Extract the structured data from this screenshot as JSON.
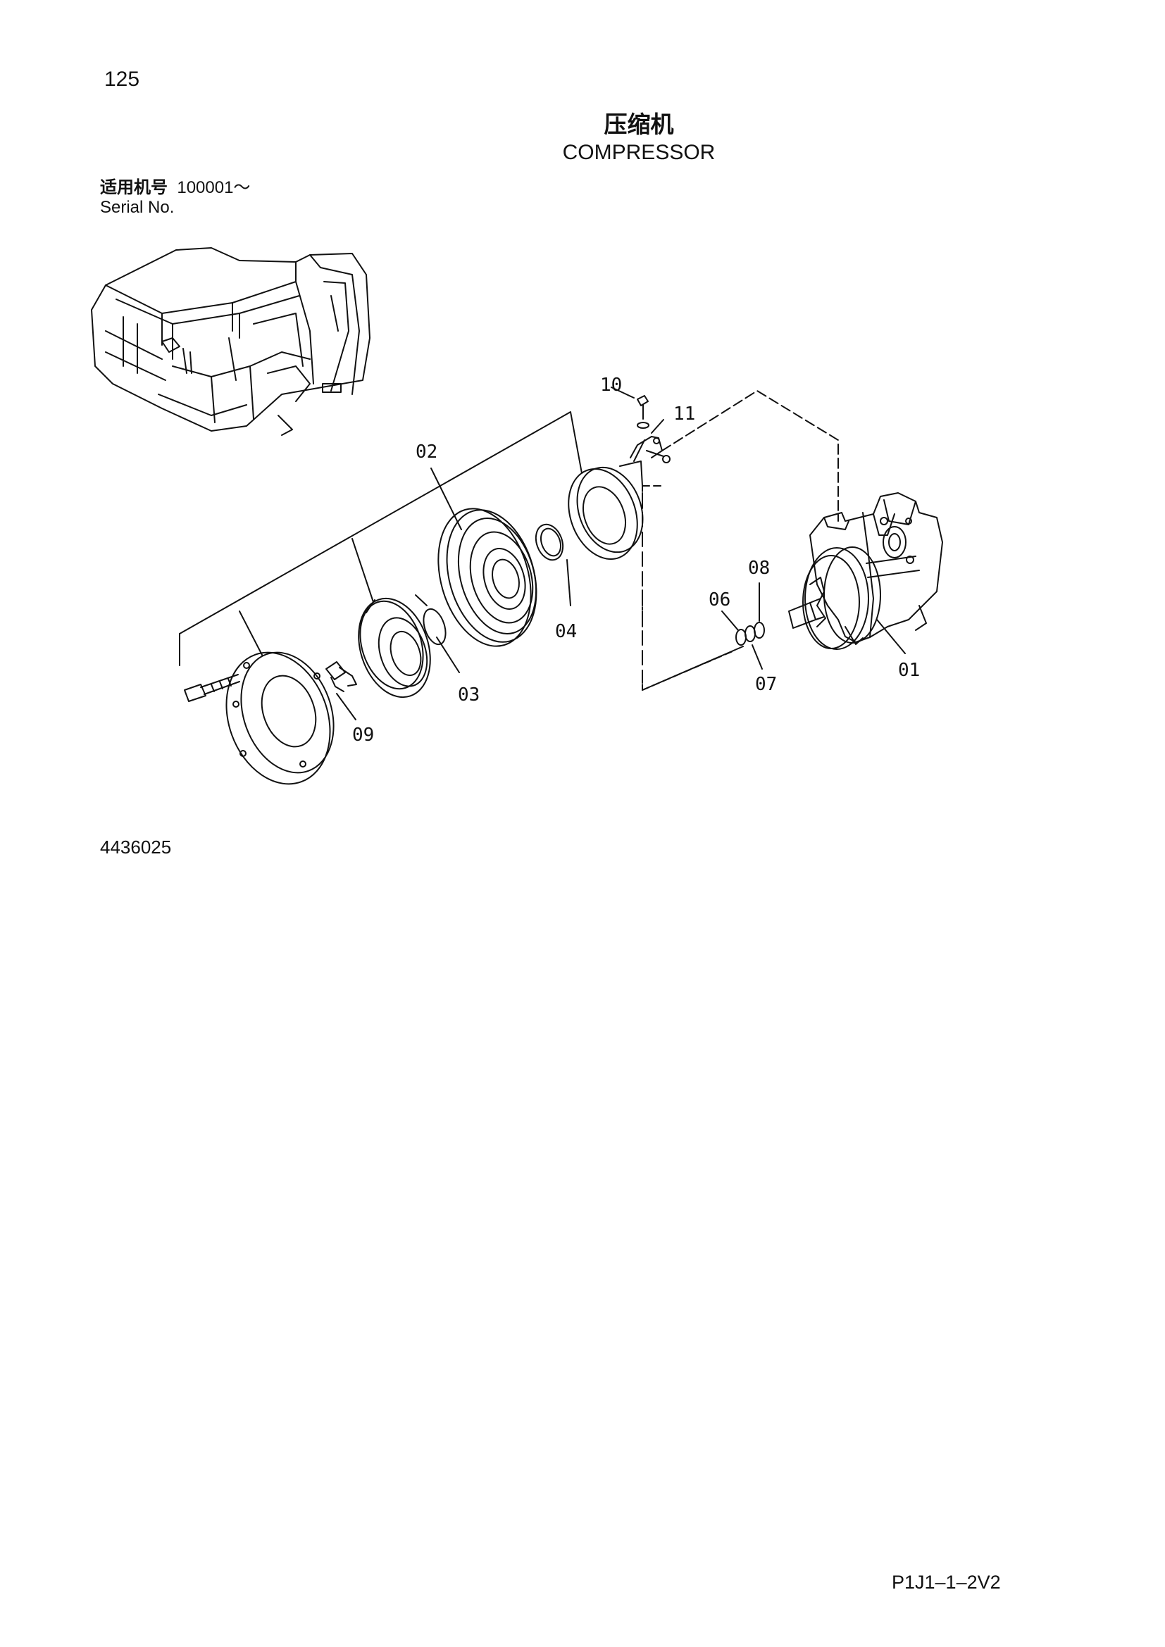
{
  "page_number": "125",
  "title_cn": "压缩机",
  "title_en": "COMPRESSOR",
  "serial": {
    "label_cn": "适用机号",
    "range": "100001～",
    "label_en": "Serial No."
  },
  "figure_code": "4436025",
  "document_code": "P1J1–1–2V2",
  "callouts": {
    "c01": "01",
    "c02": "02",
    "c03": "03",
    "c04": "04",
    "c06": "06",
    "c07": "07",
    "c08": "08",
    "c09": "09",
    "c10": "10",
    "c11": "11"
  }
}
